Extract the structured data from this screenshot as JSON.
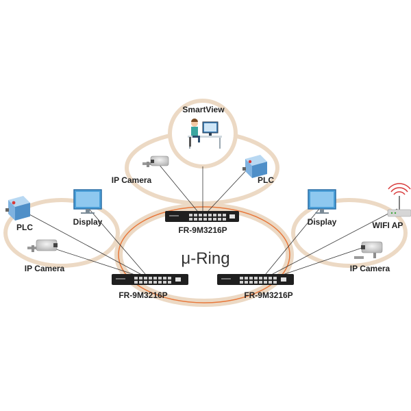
{
  "diagram": {
    "ring_label": "μ-Ring",
    "smartview_label": "SmartView",
    "top_left": {
      "camera_label": "IP Camera",
      "plc_label": "PLC"
    },
    "left": {
      "plc_label": "PLC",
      "display_label": "Display",
      "camera_label": "IP Camera"
    },
    "right": {
      "display_label": "Display",
      "wifi_label": "WIFI AP",
      "camera_label": "IP Camera"
    },
    "switch_top_label": "FR-9M3216P",
    "switch_left_label": "FR-9M3216P",
    "switch_right_label": "FR-9M3216P",
    "colors": {
      "ring_orange": "#e8773a",
      "halo_beige": "#ecd9c4",
      "switch_dark": "#1f1f1f",
      "display_blue": "#4a9fd8",
      "plc_blue": "#6aa8dc"
    }
  }
}
